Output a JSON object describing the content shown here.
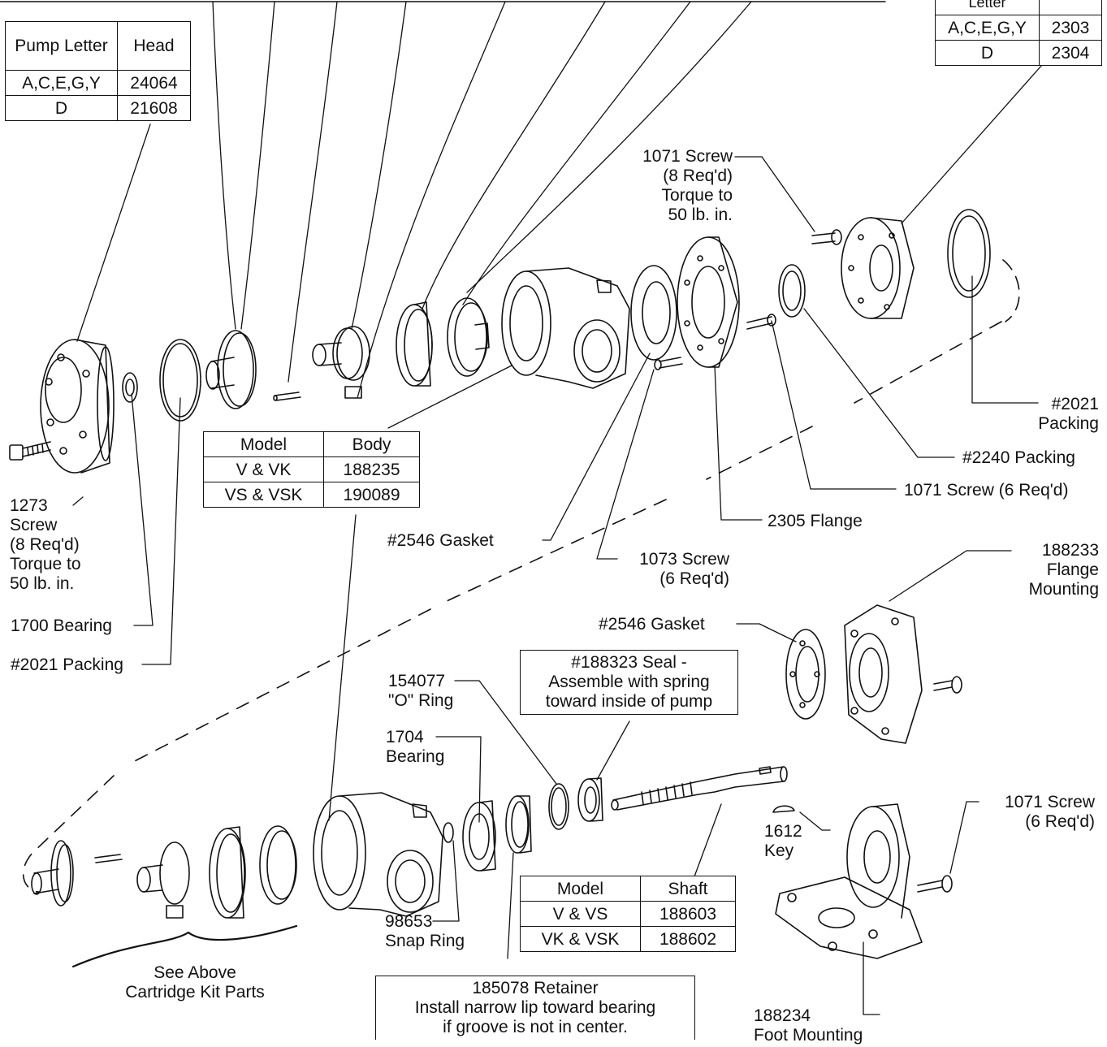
{
  "tables": {
    "head": {
      "headers": [
        "Pump Letter",
        "Head"
      ],
      "rows": [
        [
          "A,C,E,G,Y",
          "24064"
        ],
        [
          "D",
          "21608"
        ]
      ]
    },
    "cover": {
      "headers": [
        "Letter",
        ""
      ],
      "rows": [
        [
          "A,C,E,G,Y",
          "2303"
        ],
        [
          "D",
          "2304"
        ]
      ]
    },
    "body": {
      "headers": [
        "Model",
        "Body"
      ],
      "rows": [
        [
          "V & VK",
          "188235"
        ],
        [
          "VS & VSK",
          "190089"
        ]
      ]
    },
    "shaft": {
      "headers": [
        "Model",
        "Shaft"
      ],
      "rows": [
        [
          "V & VS",
          "188603"
        ],
        [
          "VK & VSK",
          "188602"
        ]
      ]
    }
  },
  "labels": {
    "screw_1071_top": "1071 Screw\n(8 Req'd)\nTorque to\n50 lb. in.",
    "packing_2021_right": "#2021\nPacking",
    "packing_2240": "#2240 Packing",
    "screw_1071_6": "1071 Screw (6 Req'd)",
    "flange_2305": "2305 Flange",
    "gasket_2546_top": "#2546 Gasket",
    "screw_1073": "1073 Screw\n(6 Req'd)",
    "screw_1273": "1273\nScrew\n(8 Req'd)\nTorque to\n50 lb. in.",
    "bearing_1700": "1700 Bearing",
    "packing_2021_left": "#2021 Packing",
    "flange_mounting": "188233\nFlange\nMounting",
    "gasket_2546_bottom": "#2546 Gasket",
    "o_ring": "154077\n\"O\" Ring",
    "bearing_1704": "1704\nBearing",
    "screw_1071_bottom": "1071 Screw\n(6 Req'd)",
    "key_1612": "1612\nKey",
    "snap_ring": "98653\nSnap Ring",
    "cartridge": "See Above\nCartridge Kit Parts",
    "foot_mounting": "188234\nFoot Mounting"
  },
  "notes": {
    "seal": "#188323 Seal -\nAssemble with spring\ntoward inside of pump",
    "retainer": "185078 Retainer\nInstall narrow lip toward bearing\nif groove is not in center."
  }
}
